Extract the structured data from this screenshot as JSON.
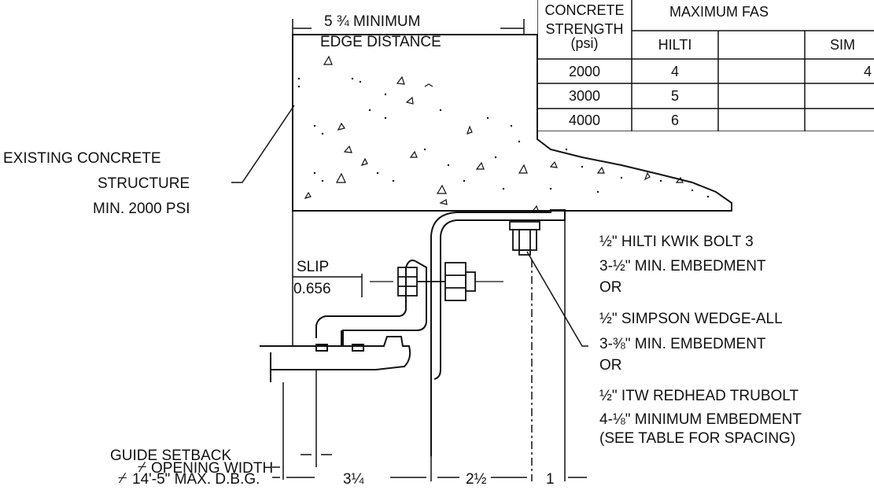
{
  "table": {
    "header_concrete": "CONCRETE",
    "header_strength": "STRENGTH (psi)",
    "header_max": "MAXIMUM FAS",
    "col_hilti": "HILTI",
    "col_simpson": "SIM",
    "rows": [
      {
        "strength": "2000",
        "hilti": "4",
        "simpson": "4"
      },
      {
        "strength": "3000",
        "hilti": "5",
        "simpson": ""
      },
      {
        "strength": "4000",
        "hilti": "6",
        "simpson": ""
      }
    ]
  },
  "labels": {
    "edge_distance_1": "5 ¾ MINIMUM",
    "edge_distance_2": "EDGE DISTANCE",
    "existing_1": "EXISTING CONCRETE",
    "existing_2": "STRUCTURE",
    "existing_3": "MIN. 2000 PSI",
    "slip": "SLIP",
    "slip_value": "0.656",
    "guide_setback": "GUIDE SETBACK",
    "opening_width": "OPENING WIDTH",
    "max_dbg": "14'-5\" MAX. D.B.G.",
    "dim_3_1_4": "3¼",
    "dim_2_1_2": "2½",
    "dim_1": "1"
  },
  "anchor_notes": [
    "½\" HILTI KWIK BOLT 3",
    "3-½\" MIN. EMBEDMENT",
    "OR",
    "½\" SIMPSON WEDGE-ALL",
    "3-⅜\" MIN. EMBEDMENT",
    "OR",
    "½\" ITW REDHEAD TRUBOLT",
    "4-⅛\" MINIMUM EMBEDMENT",
    "(SEE TABLE FOR SPACING)"
  ]
}
